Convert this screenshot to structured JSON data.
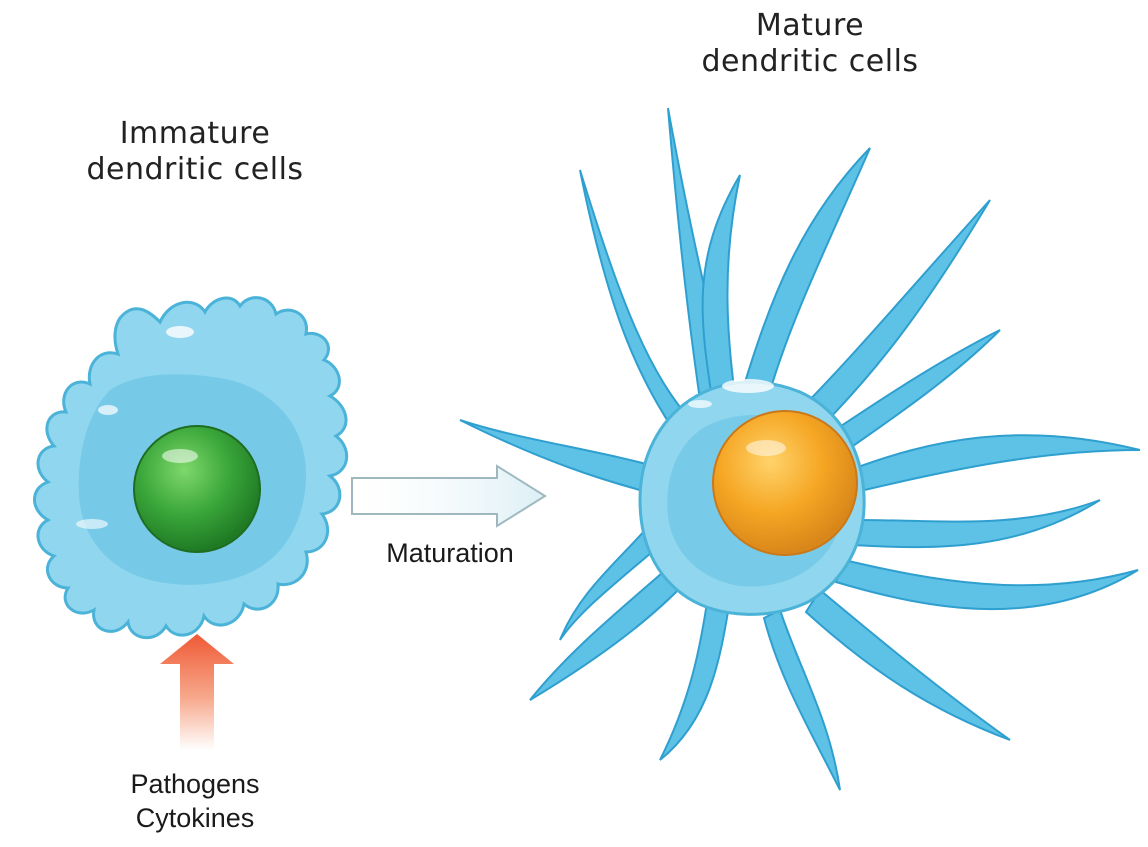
{
  "labels": {
    "immature_line1": "Immature",
    "immature_line2": "dendritic cells",
    "mature_line1": "Mature",
    "mature_line2": "dendritic cells",
    "maturation": "Maturation",
    "stimulus_line1": "Pathogens",
    "stimulus_line2": "Cytokines"
  },
  "colors": {
    "cell_body": "#8fd6ee",
    "cell_inner": "#6dc6e6",
    "cell_outline": "#4bb3d8",
    "dendrite_dark": "#2f9fcf",
    "nucleus_immature": "#3aa63a",
    "nucleus_mature": "#f5a623",
    "stimulus_arrow": "#f0623a",
    "maturation_arrow": "#e6f3f7"
  },
  "icons": {
    "immature_cell": "immature-dendritic-cell-icon",
    "mature_cell": "mature-dendritic-cell-icon",
    "maturation_arrow": "right-arrow-icon",
    "stimulus_arrow": "up-arrow-icon"
  }
}
